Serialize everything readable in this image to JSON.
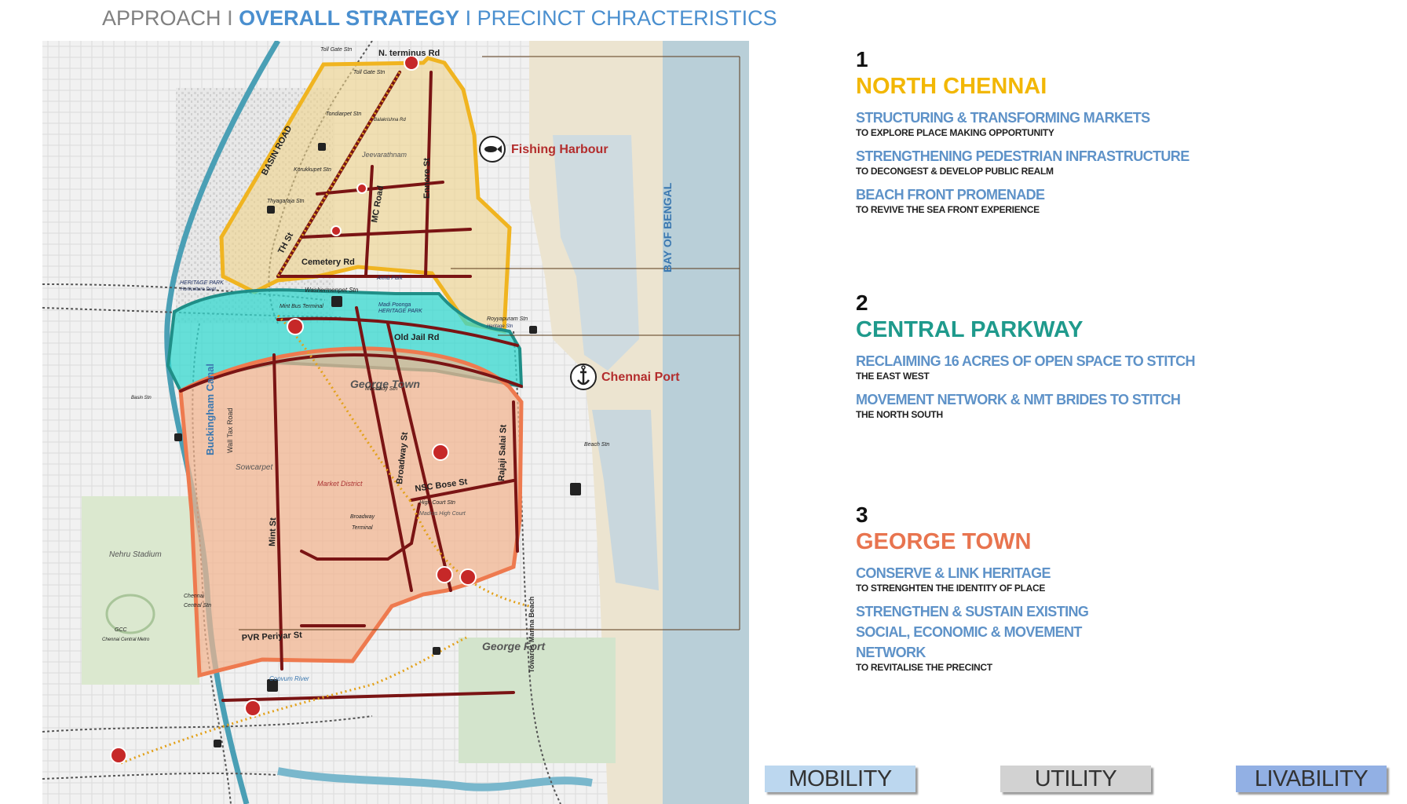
{
  "header": {
    "part1": "APPROACH",
    "separator": "I",
    "part2": "OVERALL STRATEGY",
    "part3": "I PRECINCT CHRACTERISTICS"
  },
  "map": {
    "labels": {
      "bay": "BAY OF BENGAL",
      "fishing_harbour": "Fishing Harbour",
      "chennai_port": "Chennai Port",
      "george_town": "George Town",
      "george_fort": "George Fort",
      "basin_road": "BASIN ROAD",
      "buckingham_canal": "Buckingham Canal",
      "wall_tax_road": "Wall Tax Road",
      "nehru_stadium": "Nehru Stadium",
      "sowcarpet": "Sowcarpet",
      "market_district": "Market District",
      "broadway_st": "Broadway St",
      "mint_st": "Mint St",
      "mc_road": "MC Road",
      "ennore_st": "Ennore St",
      "th_st": "TH St",
      "nsc_bose_st": "NSC Bose St",
      "rajaji_salai_st": "Rajaji Salai St",
      "pvr_periyar_st": "PVR Periyar St",
      "old_jail_rd": "Old Jail Rd",
      "n_terminus_rd": "N. terminus Rd",
      "cemetery_rd": "Cemetery Rd",
      "towards_marina": "Towards Marina Beach",
      "coovum_river": "Coovum River",
      "toll_gate_stn": "Toll Gate Stn",
      "toll_gate_stn2": "Toll Gate Stn",
      "tondiarpet_stn": "Tondiarpet Stn",
      "balakrishna_rd": "Balakrishna Rd",
      "jeevarathnam": "Jeevarathnam",
      "korukkupet_stn": "Korukkupet Stn",
      "thyagaraja_stn": "Thyagaraja Stn",
      "heritage_park": "HERITAGE PARK",
      "horticulture_dept": "Horticulture Dept",
      "washermenpet_stn": "Washermenpet Stn",
      "mint_bus_terminal": "Mint Bus Terminal",
      "anna_park": "Anna Park",
      "madi_poonga": "Madi Poonga",
      "heritage_park2": "HERITAGE PARK",
      "royyapuram_stn": "Royyapuram Stn",
      "heritage_stn": "Heritage Stn",
      "mannady_stn": "Mannady Stn",
      "high_court_stn": "High Court Stn",
      "madras_high_court": "Madras High Court",
      "broadway_terminal_1": "Broadway",
      "broadway_terminal_2": "Terminal",
      "beach_stn": "Beach Stn",
      "basin_stn": "Basin Stn",
      "chennai_central_1": "Chennai",
      "chennai_central_2": "Central Stn",
      "gcc": "GCC",
      "chennai_central_metro": "Chennai Central Metro"
    },
    "colors": {
      "north": "#f0b420",
      "central": "#35d8cf",
      "george": "#f28a5a",
      "road": "#7a1414",
      "sea": "#b9cfd8"
    }
  },
  "sections": [
    {
      "number": "1",
      "title": "NORTH CHENNAI",
      "color": "#f2b705",
      "items": [
        {
          "main": "STRUCTURING & TRANSFORMING MARKETS",
          "sub": "TO EXPLORE PLACE  MAKING OPPORTUNITY"
        },
        {
          "main": "STRENGTHENING PEDESTRIAN INFRASTRUCTURE",
          "sub": "TO DECONGEST & DEVELOP PUBLIC REALM"
        },
        {
          "main": "BEACH FRONT PROMENADE",
          "sub": "TO REVIVE THE SEA FRONT EXPERIENCE"
        }
      ]
    },
    {
      "number": "2",
      "title": "CENTRAL PARKWAY",
      "color": "#1f9a8c",
      "items": [
        {
          "main": "RECLAIMING  16 ACRES OF OPEN SPACE TO STITCH",
          "sub": "THE EAST WEST"
        },
        {
          "main": "MOVEMENT NETWORK & NMT BRIDES TO STITCH",
          "sub": "THE NORTH SOUTH"
        }
      ]
    },
    {
      "number": "3",
      "title": "GEORGE TOWN",
      "color": "#e8744f",
      "items": [
        {
          "main": "CONSERVE & LINK HERITAGE",
          "sub": "TO STRENGHTEN THE IDENTITY OF PLACE"
        },
        {
          "main_lines": [
            "STRENGTHEN & SUSTAIN EXISTING",
            "SOCIAL, ECONOMIC & MOVEMENT",
            "NETWORK"
          ],
          "sub": "TO  REVITALISE THE PRECINCT"
        }
      ]
    }
  ],
  "legend": [
    {
      "label": "MOBILITY",
      "color": "#bcd7ef"
    },
    {
      "label": "UTILITY",
      "color": "#d2d2d2"
    },
    {
      "label": "LIVABILITY",
      "color": "#92b0e4"
    }
  ]
}
